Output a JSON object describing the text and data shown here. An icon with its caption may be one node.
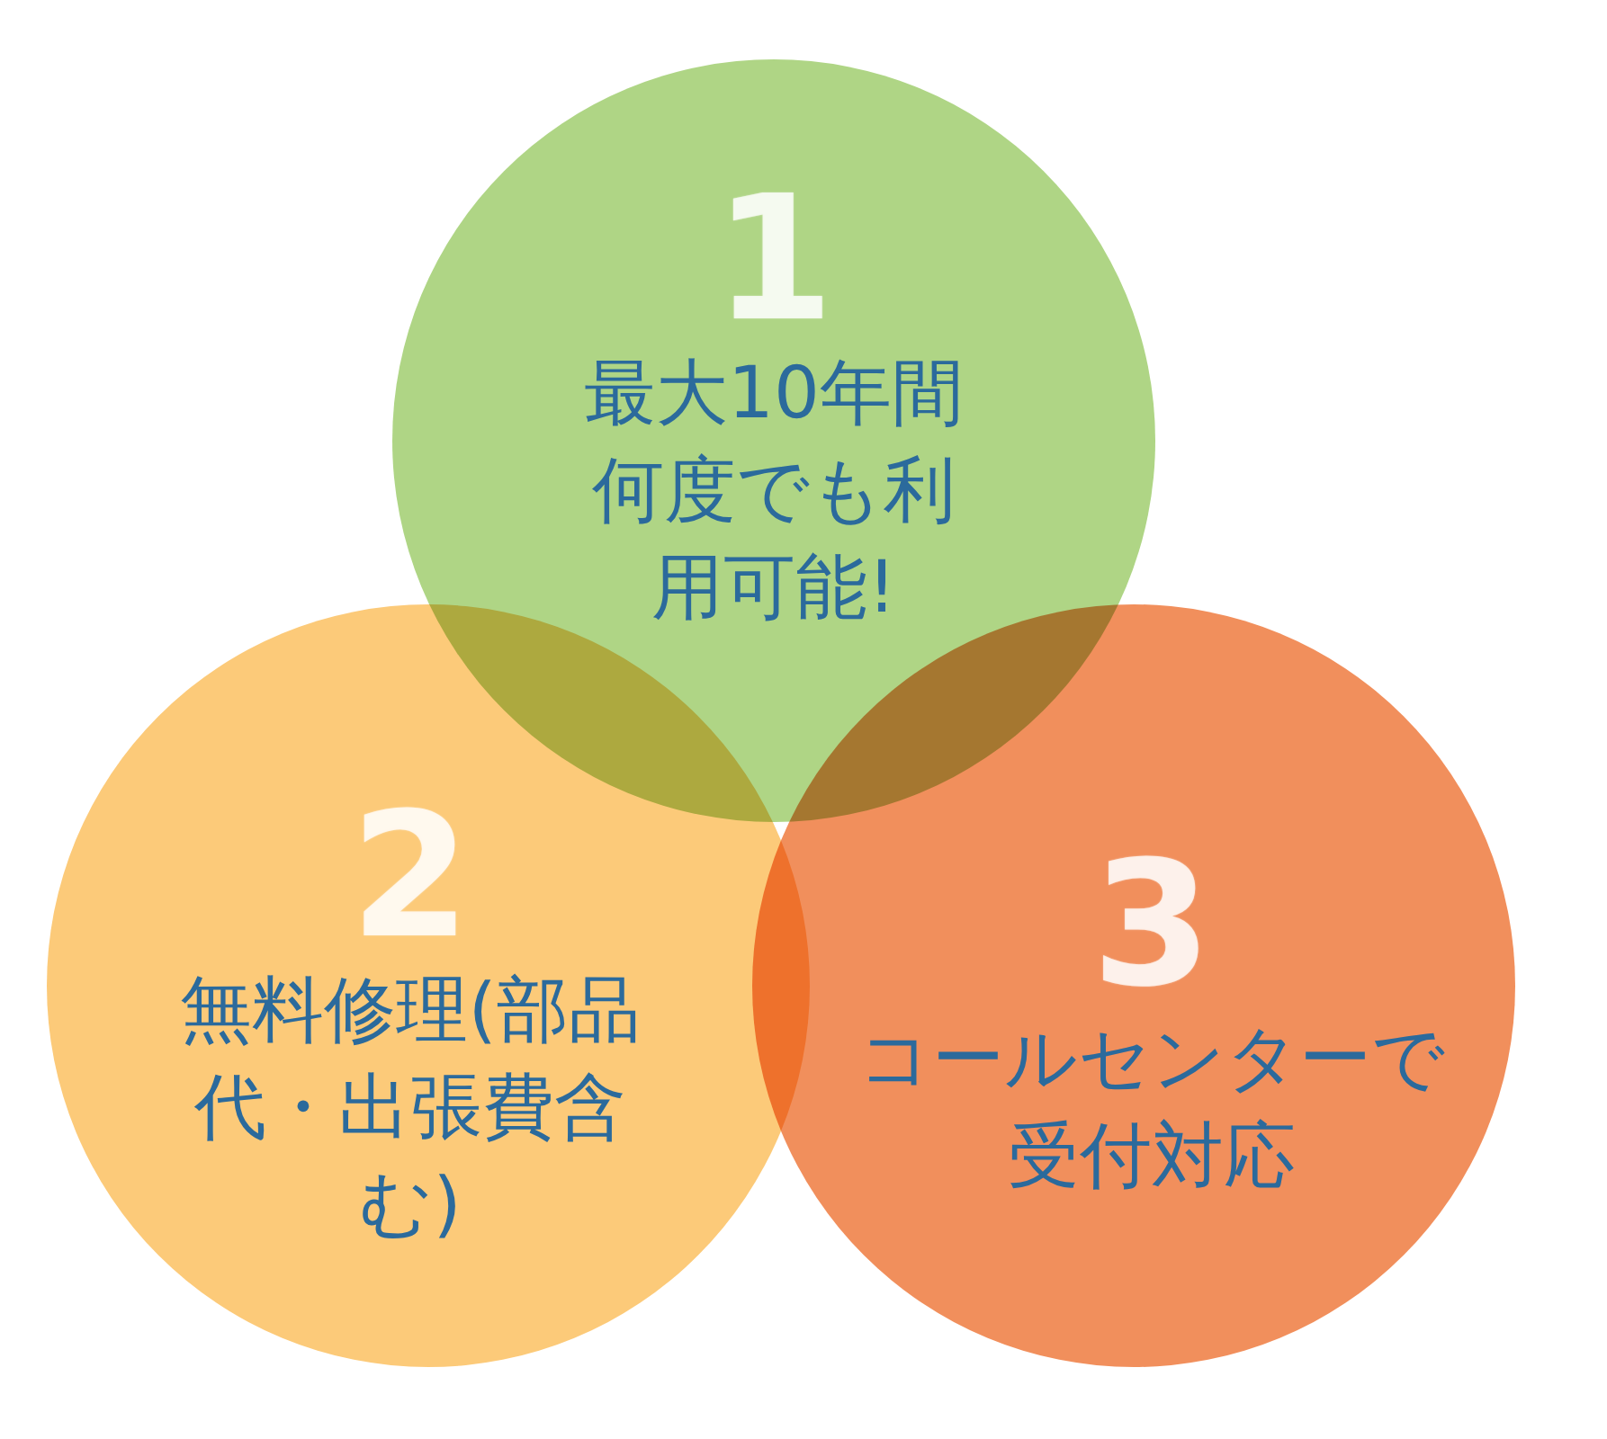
{
  "diagram": {
    "nodes": [
      {
        "text": [
          "1",
          "最大10年間何度でも利用可能!"
        ]
      },
      {
        "text": [
          "2",
          "無料修理(部品代・出張費含む)"
        ]
      },
      {
        "text": [
          "3",
          "コールセンターで受付対応"
        ]
      }
    ]
  }
}
